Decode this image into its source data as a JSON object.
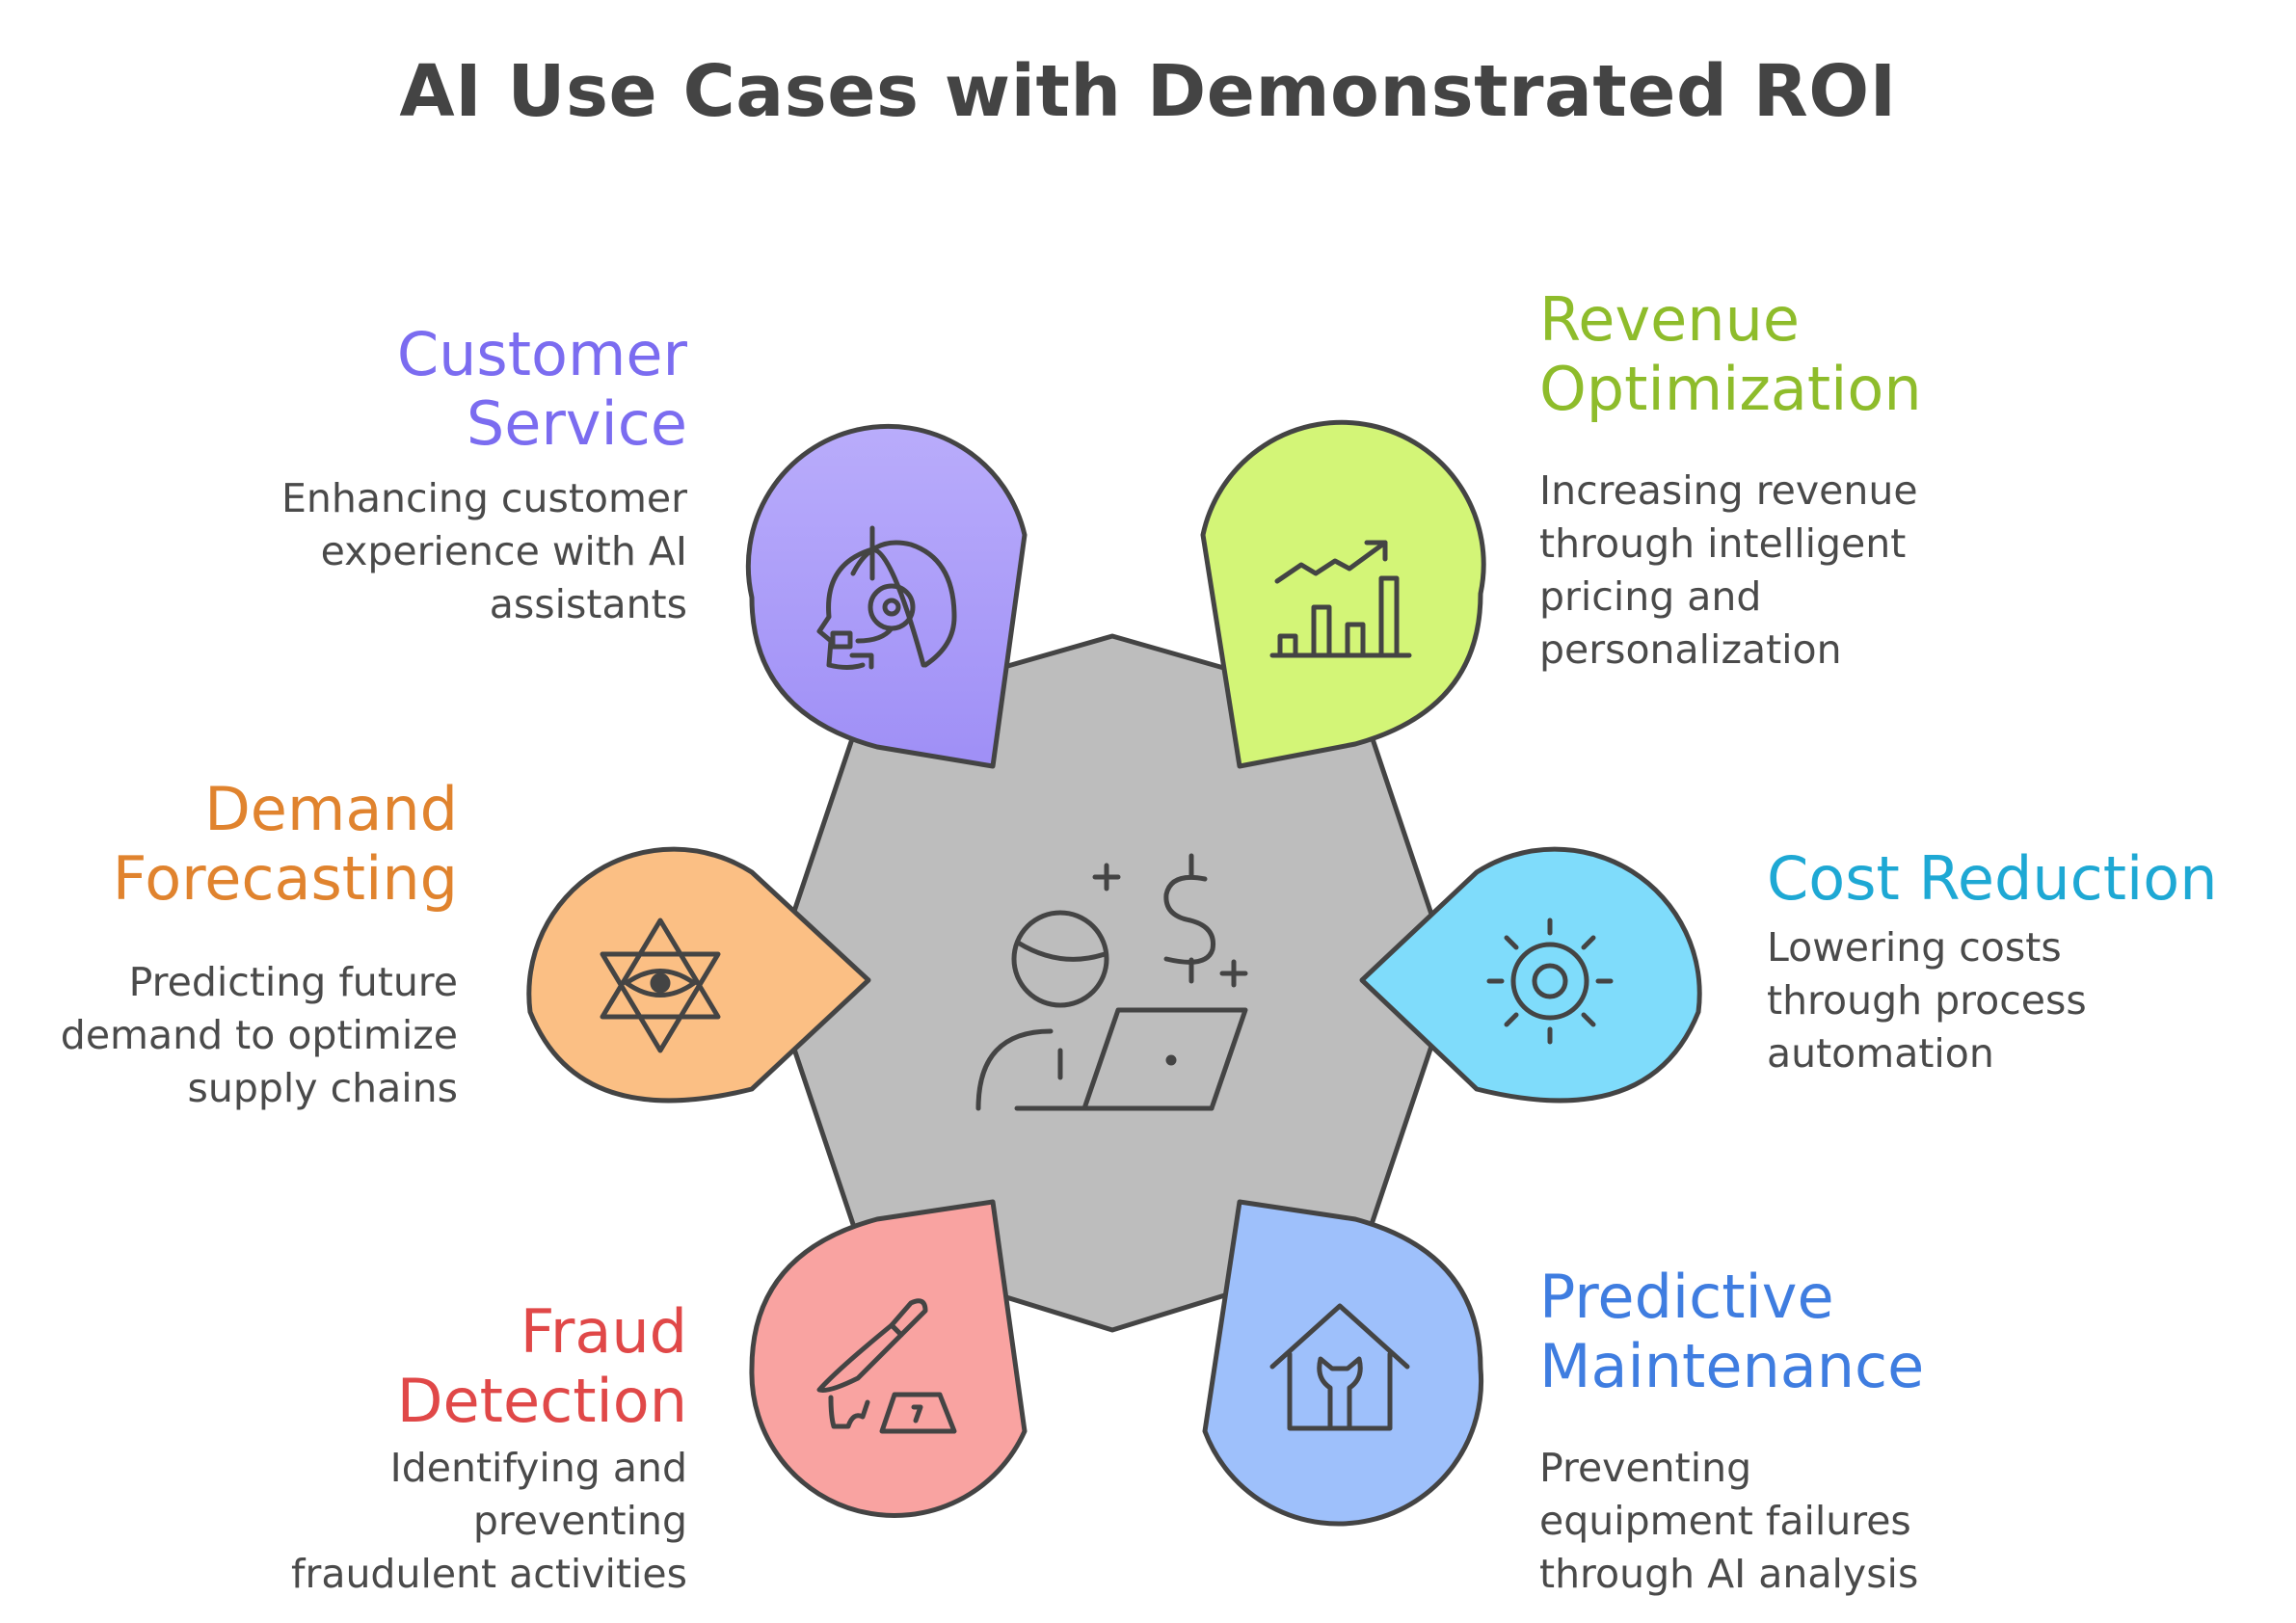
{
  "title": "AI Use Cases with Demonstrated ROI",
  "center": {
    "icon": "person-laptop-dollar-icon",
    "fill": "#bdbdbd"
  },
  "items": [
    {
      "id": "customer-service",
      "heading": "Customer\nService",
      "description": "Enhancing customer\nexperience with AI\nassistants",
      "color": "#7b6cf0",
      "fill": "#b4a8fb",
      "icon": "headset-agent-icon"
    },
    {
      "id": "revenue-optimization",
      "heading": "Revenue\nOptimization",
      "description": "Increasing revenue\nthrough intelligent\npricing and\npersonalization",
      "color": "#8ebc2b",
      "fill": "#d3f577",
      "icon": "growth-chart-icon"
    },
    {
      "id": "demand-forecasting",
      "heading": "Demand\nForecasting",
      "description": "Predicting future\ndemand to optimize\nsupply chains",
      "color": "#e0832e",
      "fill": "#fbbf84",
      "icon": "star-eye-icon"
    },
    {
      "id": "cost-reduction",
      "heading": "Cost Reduction",
      "description": "Lowering costs\nthrough process\nautomation",
      "color": "#1ea8d4",
      "fill": "#7fdcfb",
      "icon": "gear-icon"
    },
    {
      "id": "fraud-detection",
      "heading": "Fraud\nDetection",
      "description": "Identifying and\npreventing\nfraudulent activities",
      "color": "#e04848",
      "fill": "#f9a3a1",
      "icon": "knife-evidence-icon"
    },
    {
      "id": "predictive-maintenance",
      "heading": "Predictive\nMaintenance",
      "description": "Preventing\nequipment failures\nthrough AI analysis",
      "color": "#3f7de0",
      "fill": "#9ec0fb",
      "icon": "house-wrench-icon"
    }
  ]
}
